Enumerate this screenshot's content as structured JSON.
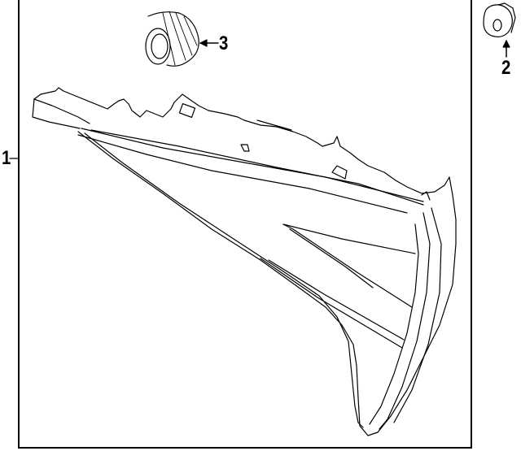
{
  "diagram": {
    "type": "exploded parts diagram",
    "subject": "tail lamp assembly (inner)",
    "callouts": [
      {
        "number": "1",
        "part": "lamp-assembly"
      },
      {
        "number": "2",
        "part": "nut"
      },
      {
        "number": "3",
        "part": "bulb-socket"
      }
    ],
    "colors": {
      "line": "#000000",
      "background": "#ffffff"
    }
  }
}
